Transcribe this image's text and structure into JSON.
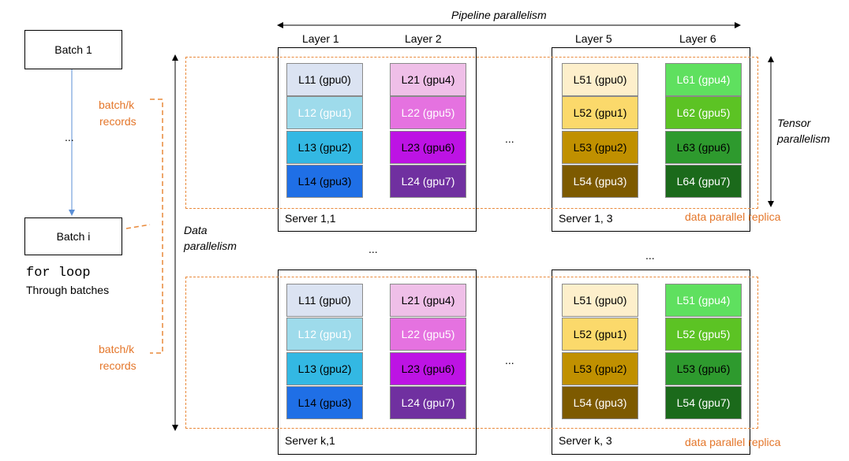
{
  "batches": {
    "batch1": "Batch 1",
    "ellipsis": "...",
    "batch_i": "Batch i",
    "loop_code": "for loop",
    "loop_text": "Through batches"
  },
  "labels": {
    "pipeline": "Pipeline parallelism",
    "tensor_line1": "Tensor",
    "tensor_line2": "parallelism",
    "data_line1": "Data",
    "data_line2": "parallelism",
    "batchk_line1": "batch/k",
    "batchk_line2": "records",
    "replica": "data parallel replica",
    "dots": "..."
  },
  "layers": [
    "Layer 1",
    "Layer 2",
    "Layer 5",
    "Layer 6"
  ],
  "servers": {
    "s11": "Server 1,1",
    "s13": "Server 1, 3",
    "sk1": "Server k,1",
    "sk3": "Server k, 3"
  },
  "colors": {
    "accent_orange": "#e98a3c",
    "arrow_blue": "#5b8fd6"
  },
  "replicas": [
    {
      "col1": [
        {
          "label": "L11 (gpu0)",
          "bg": "#dbe3f2",
          "fg": "#000000"
        },
        {
          "label": "L12 (gpu1)",
          "bg": "#9edbeb",
          "fg": "#ffffff"
        },
        {
          "label": "L13 (gpu2)",
          "bg": "#33b8e3",
          "fg": "#000000"
        },
        {
          "label": "L14 (gpu3)",
          "bg": "#1f6fe6",
          "fg": "#000000"
        }
      ],
      "col2": [
        {
          "label": "L21 (gpu4)",
          "bg": "#efbfe8",
          "fg": "#000000"
        },
        {
          "label": "L22 (gpu5)",
          "bg": "#e572e0",
          "fg": "#ffffff"
        },
        {
          "label": "L23 (gpu6)",
          "bg": "#bd13e4",
          "fg": "#000000"
        },
        {
          "label": "L24 (gpu7)",
          "bg": "#7030a0",
          "fg": "#ffffff"
        }
      ],
      "col3": [
        {
          "label": "L51 (gpu0)",
          "bg": "#fdefcb",
          "fg": "#000000"
        },
        {
          "label": "L52 (gpu1)",
          "bg": "#fbd96b",
          "fg": "#000000"
        },
        {
          "label": "L53 (gpu2)",
          "bg": "#c09000",
          "fg": "#000000"
        },
        {
          "label": "L54 (gpu3)",
          "bg": "#7d5a00",
          "fg": "#ffffff"
        }
      ],
      "col4": [
        {
          "label": "L61 (gpu4)",
          "bg": "#5fe05f",
          "fg": "#ffffff"
        },
        {
          "label": "L62 (gpu5)",
          "bg": "#5cc324",
          "fg": "#ffffff"
        },
        {
          "label": "L63 (gpu6)",
          "bg": "#2e9a2e",
          "fg": "#000000"
        },
        {
          "label": "L64 (gpu7)",
          "bg": "#1b6a1b",
          "fg": "#ffffff"
        }
      ]
    },
    {
      "col1": [
        {
          "label": "L11 (gpu0)",
          "bg": "#dbe3f2",
          "fg": "#000000"
        },
        {
          "label": "L12 (gpu1)",
          "bg": "#9edbeb",
          "fg": "#ffffff"
        },
        {
          "label": "L13 (gpu2)",
          "bg": "#33b8e3",
          "fg": "#000000"
        },
        {
          "label": "L14 (gpu3)",
          "bg": "#1f6fe6",
          "fg": "#000000"
        }
      ],
      "col2": [
        {
          "label": "L21 (gpu4)",
          "bg": "#efbfe8",
          "fg": "#000000"
        },
        {
          "label": "L22 (gpu5)",
          "bg": "#e572e0",
          "fg": "#ffffff"
        },
        {
          "label": "L23 (gpu6)",
          "bg": "#bd13e4",
          "fg": "#000000"
        },
        {
          "label": "L24 (gpu7)",
          "bg": "#7030a0",
          "fg": "#ffffff"
        }
      ],
      "col3": [
        {
          "label": "L51 (gpu0)",
          "bg": "#fdefcb",
          "fg": "#000000"
        },
        {
          "label": "L52 (gpu1)",
          "bg": "#fbd96b",
          "fg": "#000000"
        },
        {
          "label": "L53 (gpu2)",
          "bg": "#c09000",
          "fg": "#000000"
        },
        {
          "label": "L54 (gpu3)",
          "bg": "#7d5a00",
          "fg": "#ffffff"
        }
      ],
      "col4": [
        {
          "label": "L51 (gpu4)",
          "bg": "#5fe05f",
          "fg": "#ffffff"
        },
        {
          "label": "L52 (gpu5)",
          "bg": "#5cc324",
          "fg": "#ffffff"
        },
        {
          "label": "L53 (gpu6)",
          "bg": "#2e9a2e",
          "fg": "#000000"
        },
        {
          "label": "L54 (gpu7)",
          "bg": "#1b6a1b",
          "fg": "#ffffff"
        }
      ]
    }
  ]
}
